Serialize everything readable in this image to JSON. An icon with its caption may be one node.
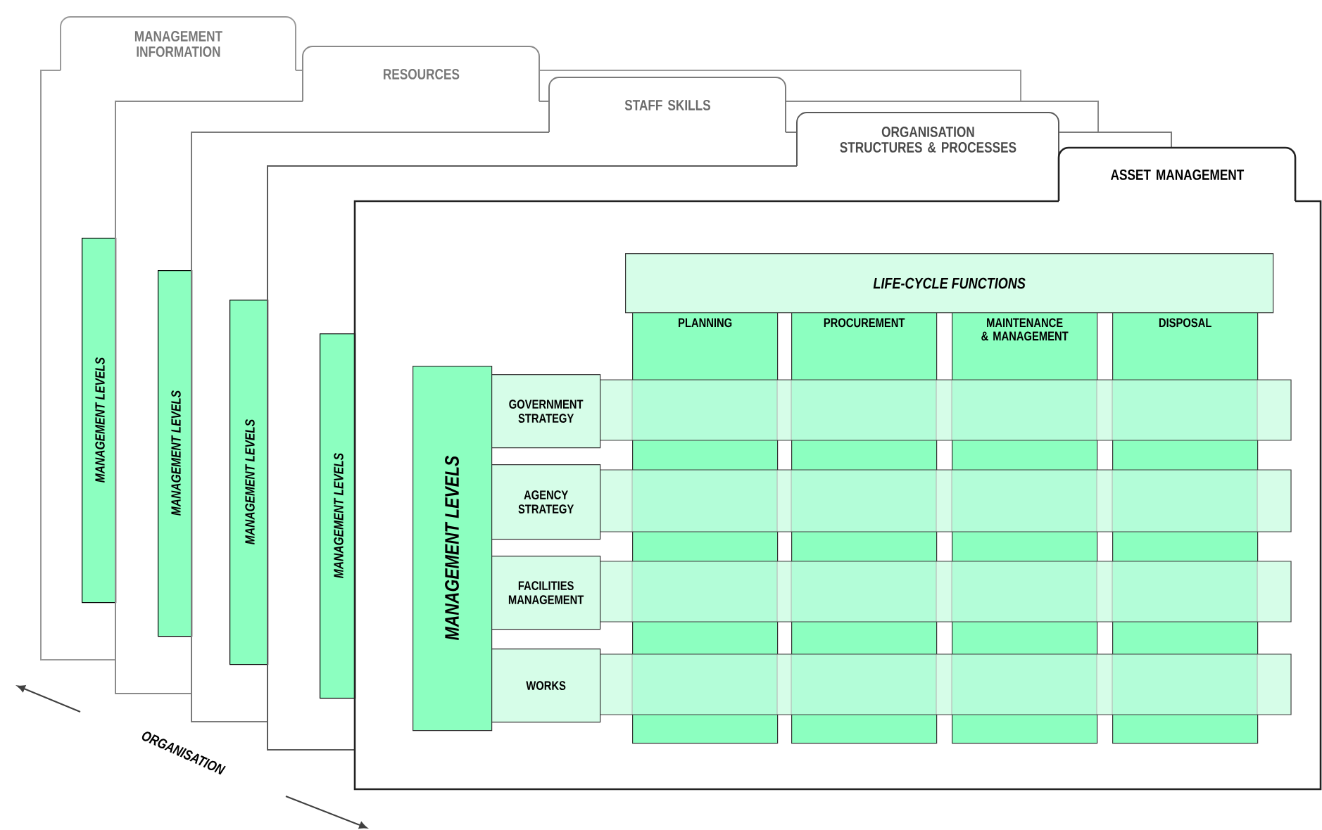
{
  "diagram": {
    "nodes": [
      {
        "text": [
          "MANAGEMENT INFORMATION"
        ]
      },
      {
        "text": [
          "MANAGEMENT LEVELS"
        ]
      },
      {
        "text": [
          "RESOURCES"
        ]
      },
      {
        "text": [
          "MANAGEMENT LEVELS"
        ]
      },
      {
        "text": [
          "STAFF SKILLS"
        ]
      },
      {
        "text": [
          "MANAGEMENT LEVELS"
        ]
      },
      {
        "text": [
          "ORGANISATION STRUCTURES & PROCESSES"
        ]
      },
      {
        "text": [
          "MANAGEMENT LEVELS"
        ]
      },
      {
        "text": [
          "ASSET MANAGEMENT"
        ]
      },
      {
        "text": [
          "LIFE-CYCLE FUNCTIONS"
        ]
      },
      {
        "text": [
          "PLANNING"
        ]
      },
      {
        "text": [
          "PROCUREMENT"
        ]
      },
      {
        "text": [
          "MAINTENANCE & MANAGEMENT"
        ]
      },
      {
        "text": [
          "DISPOSAL"
        ]
      },
      {
        "text": [
          "MANAGEMENT LEVELS"
        ]
      },
      {
        "text": [
          "GOVERNMENT STRATEGY"
        ]
      },
      {
        "text": [
          "AGENCY STRATEGY"
        ]
      },
      {
        "text": [
          "FACILITIES MANAGEMENT"
        ]
      },
      {
        "text": [
          "WORKS"
        ]
      }
    ],
    "labels": [
      "ORGANISATION"
    ]
  }
}
